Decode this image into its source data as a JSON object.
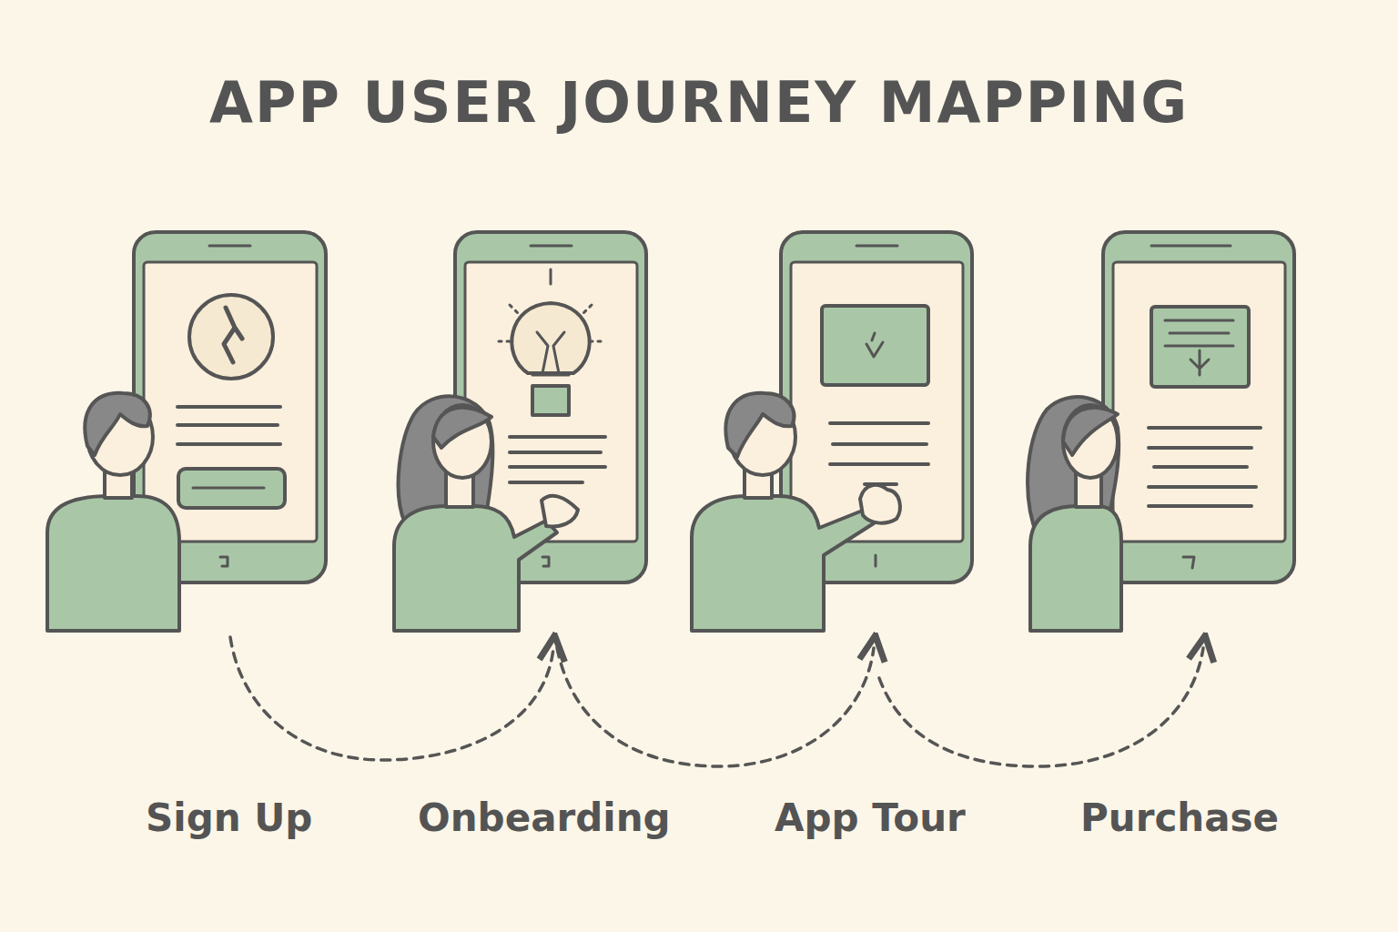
{
  "diagram": {
    "title": "APP USER JOURNEY MAPPING",
    "labels": [
      "Sign Up",
      "Onbearding",
      "App Tour",
      "Purchase"
    ]
  }
}
